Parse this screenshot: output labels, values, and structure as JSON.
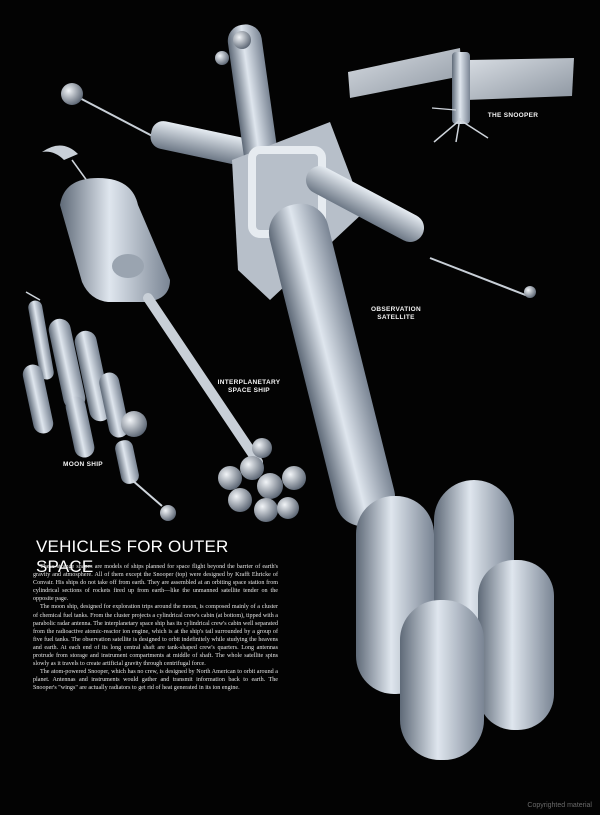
{
  "captions": {
    "snooper": "THE SNOOPER",
    "observation": [
      "OBSERVATION",
      "SATELLITE"
    ],
    "interplanetary": [
      "INTERPLANETARY",
      "SPACE SHIP"
    ],
    "moon_ship": "MOON SHIP"
  },
  "article": {
    "headline": "VEHICLES FOR OUTER SPACE",
    "paragraphs": [
      "These strange shapes are models of ships planned for space flight beyond the barrier of earth's gravity and atmosphere. All of them except the Snooper (top) were designed by Krafft Ehricke of Convair. His ships do not take off from earth. They are assembled at an orbiting space station from cylindrical sections of rockets fired up from earth—like the unmanned satellite tender on the opposite page.",
      "The moon ship, designed for exploration trips around the moon, is composed mainly of a cluster of chemical fuel tanks. From the cluster projects a cylindrical crew's cabin (at bottom), tipped with a parabolic radar antenna. The interplanetary space ship has its cylindrical crew's cabin well separated from the radioactive atomic-reactor ion engine, which is at the ship's tail surrounded by a group of five fuel tanks. The observation satellite is designed to orbit indefinitely while studying the heavens and earth. At each end of its long central shaft are tank-shaped crew's quarters. Long antennas protrude from storage and instrument compartments at middle of shaft. The whole satellite spins slowly as it travels to create artificial gravity through centrifugal force.",
      "The atom-powered Snooper, which has no crew, is designed by North American to orbit around a planet. Antennas and instruments would gather and transmit information back to earth. The Snooper's \"wings\" are actually radiators to get rid of heat generated in its ion engine."
    ]
  },
  "footer": {
    "copyright": "Copyrighted material"
  }
}
